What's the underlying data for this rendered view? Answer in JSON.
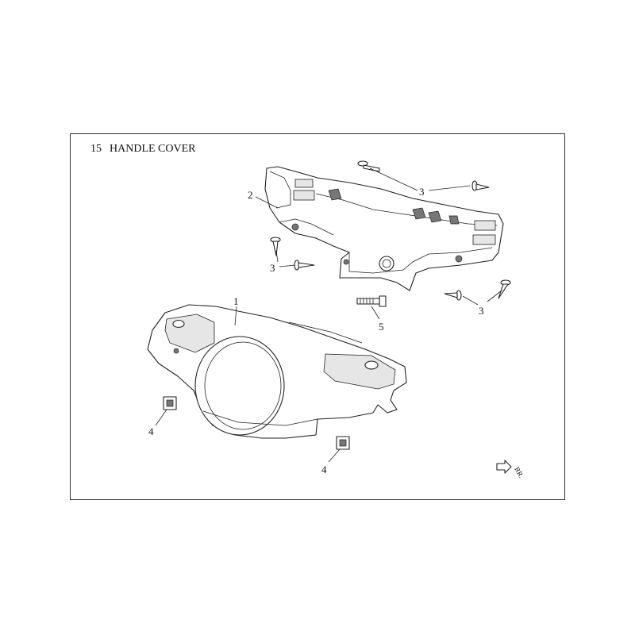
{
  "diagram": {
    "section_number": "15",
    "title": "HANDLE COVER",
    "callouts": {
      "part1": "1",
      "part2": "2",
      "part3_top": "3",
      "part3_left": "3",
      "part3_right": "3",
      "part4_left": "4",
      "part4_right": "4",
      "part5": "5"
    },
    "direction_mark": "RR."
  }
}
